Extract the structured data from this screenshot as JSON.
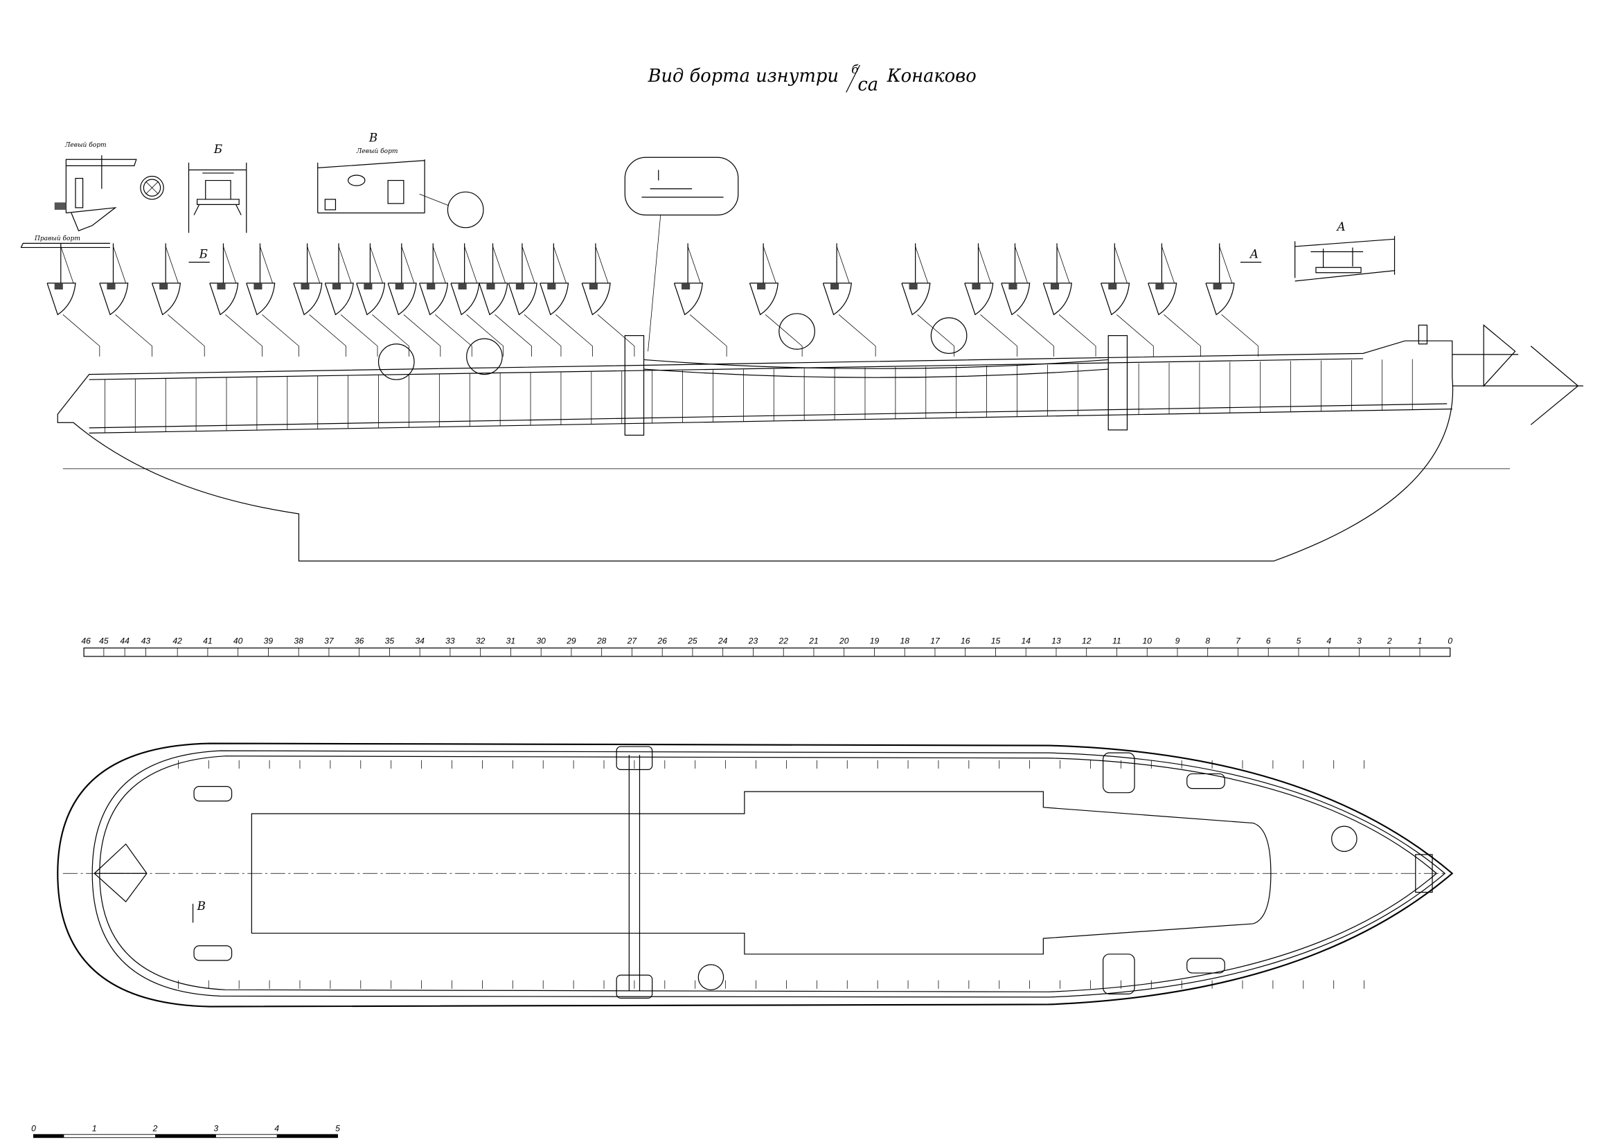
{
  "title": {
    "main": "Вид борта изнутри",
    "fraction_top": "б",
    "fraction_bottom": "са",
    "ship_name": "Конаково"
  },
  "detail_labels": {
    "left_side": "Левый борт",
    "right_side": "Правый борт",
    "view_b": "Б",
    "view_v": "В",
    "view_v_side": "Левый борт",
    "view_a": "А",
    "arrow_b": "Б",
    "arrow_a": "А",
    "arrow_v": "В"
  },
  "frame_scale": {
    "labels": [
      "46",
      "45",
      "44",
      "43",
      "42",
      "41",
      "40",
      "39",
      "38",
      "37",
      "36",
      "35",
      "34",
      "33",
      "32",
      "31",
      "30",
      "29",
      "28",
      "27",
      "26",
      "25",
      "24",
      "23",
      "22",
      "21",
      "20",
      "19",
      "18",
      "17",
      "16",
      "15",
      "14",
      "13",
      "12",
      "11",
      "10",
      "9",
      "8",
      "7",
      "6",
      "5",
      "4",
      "3",
      "2",
      "1",
      "0"
    ]
  },
  "scale_bar": {
    "labels": [
      "0",
      "1",
      "2",
      "3",
      "4",
      "5"
    ]
  }
}
